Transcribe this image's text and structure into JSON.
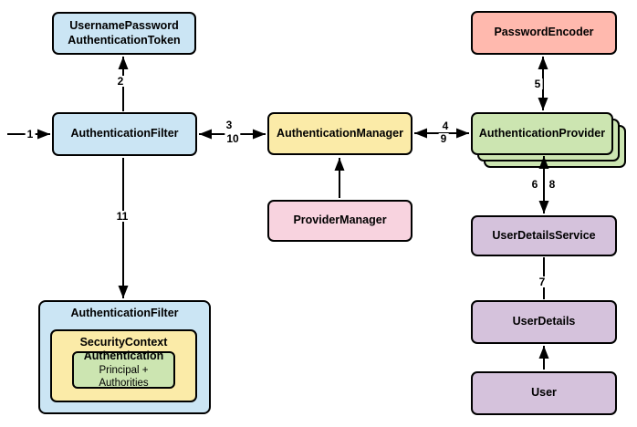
{
  "colors": {
    "blue": "#CBE5F4",
    "yellow": "#FBEBA8",
    "green": "#CCE5B1",
    "salmon": "#FFB9AE",
    "pink": "#F8D3DF",
    "purple": "#D5C2DC",
    "border": "#000000",
    "background": "#FFFFFF"
  },
  "nodes": {
    "token": {
      "label": "UsernamePassword\nAuthenticationToken"
    },
    "filter": {
      "label": "AuthenticationFilter"
    },
    "manager": {
      "label": "AuthenticationManager"
    },
    "password_encoder": {
      "label": "PasswordEncoder"
    },
    "provider": {
      "label": "AuthenticationProvider"
    },
    "provider_manager": {
      "label": "ProviderManager"
    },
    "user_details_service": {
      "label": "UserDetailsService"
    },
    "user_details": {
      "label": "UserDetails"
    },
    "user": {
      "label": "User"
    },
    "filter_result": {
      "label": "AuthenticationFilter"
    },
    "security_context": {
      "label": "SecurityContext"
    },
    "authentication": {
      "label": "Authentication",
      "sublabel": "Principal + Authorities"
    }
  },
  "steps": {
    "s1": "1",
    "s2": "2",
    "s3": "3",
    "s4": "4",
    "s5": "5",
    "s6": "6",
    "s7": "7",
    "s8": "8",
    "s9": "9",
    "s10": "10",
    "s11": "11"
  }
}
